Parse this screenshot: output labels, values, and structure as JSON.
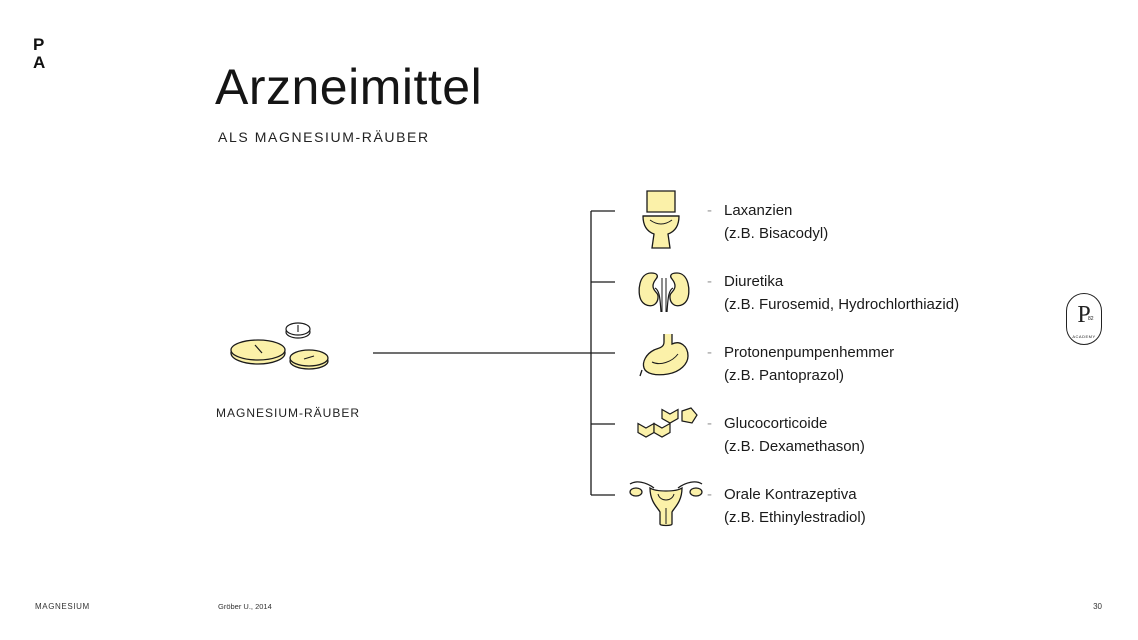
{
  "logo": {
    "line1": "P",
    "line2": "A"
  },
  "header": {
    "title": "Arzneimittel",
    "subtitle": "ALS MAGNESIUM-RÄUBER"
  },
  "diagram": {
    "source_label": "MAGNESIUM-RÄUBER",
    "source_icon": "pills-icon",
    "items": [
      {
        "icon": "toilet-icon",
        "name": "Laxanzien",
        "example": "(z.B. Bisacodyl)"
      },
      {
        "icon": "kidneys-icon",
        "name": "Diuretika",
        "example": "(z.B. Furosemid, Hydrochlorthiazid)"
      },
      {
        "icon": "stomach-icon",
        "name": "Protonenpumpenhemmer",
        "example": "(z.B. Pantoprazol)"
      },
      {
        "icon": "molecule-icon",
        "name": "Glucocorticoide",
        "example": "(z.B. Dexamethason)"
      },
      {
        "icon": "uterus-icon",
        "name": "Orale Kontrazeptiva",
        "example": "(z.B. Ethinylestradiol)"
      }
    ]
  },
  "badge": {
    "letter": "P",
    "number": "82",
    "text": "ACADEMY"
  },
  "footer": {
    "topic": "MAGNESIUM",
    "citation": "Gröber U., 2014",
    "page_number": "30"
  },
  "colors": {
    "accent_yellow": "#fbf1a9",
    "stroke": "#1a1a1a"
  }
}
